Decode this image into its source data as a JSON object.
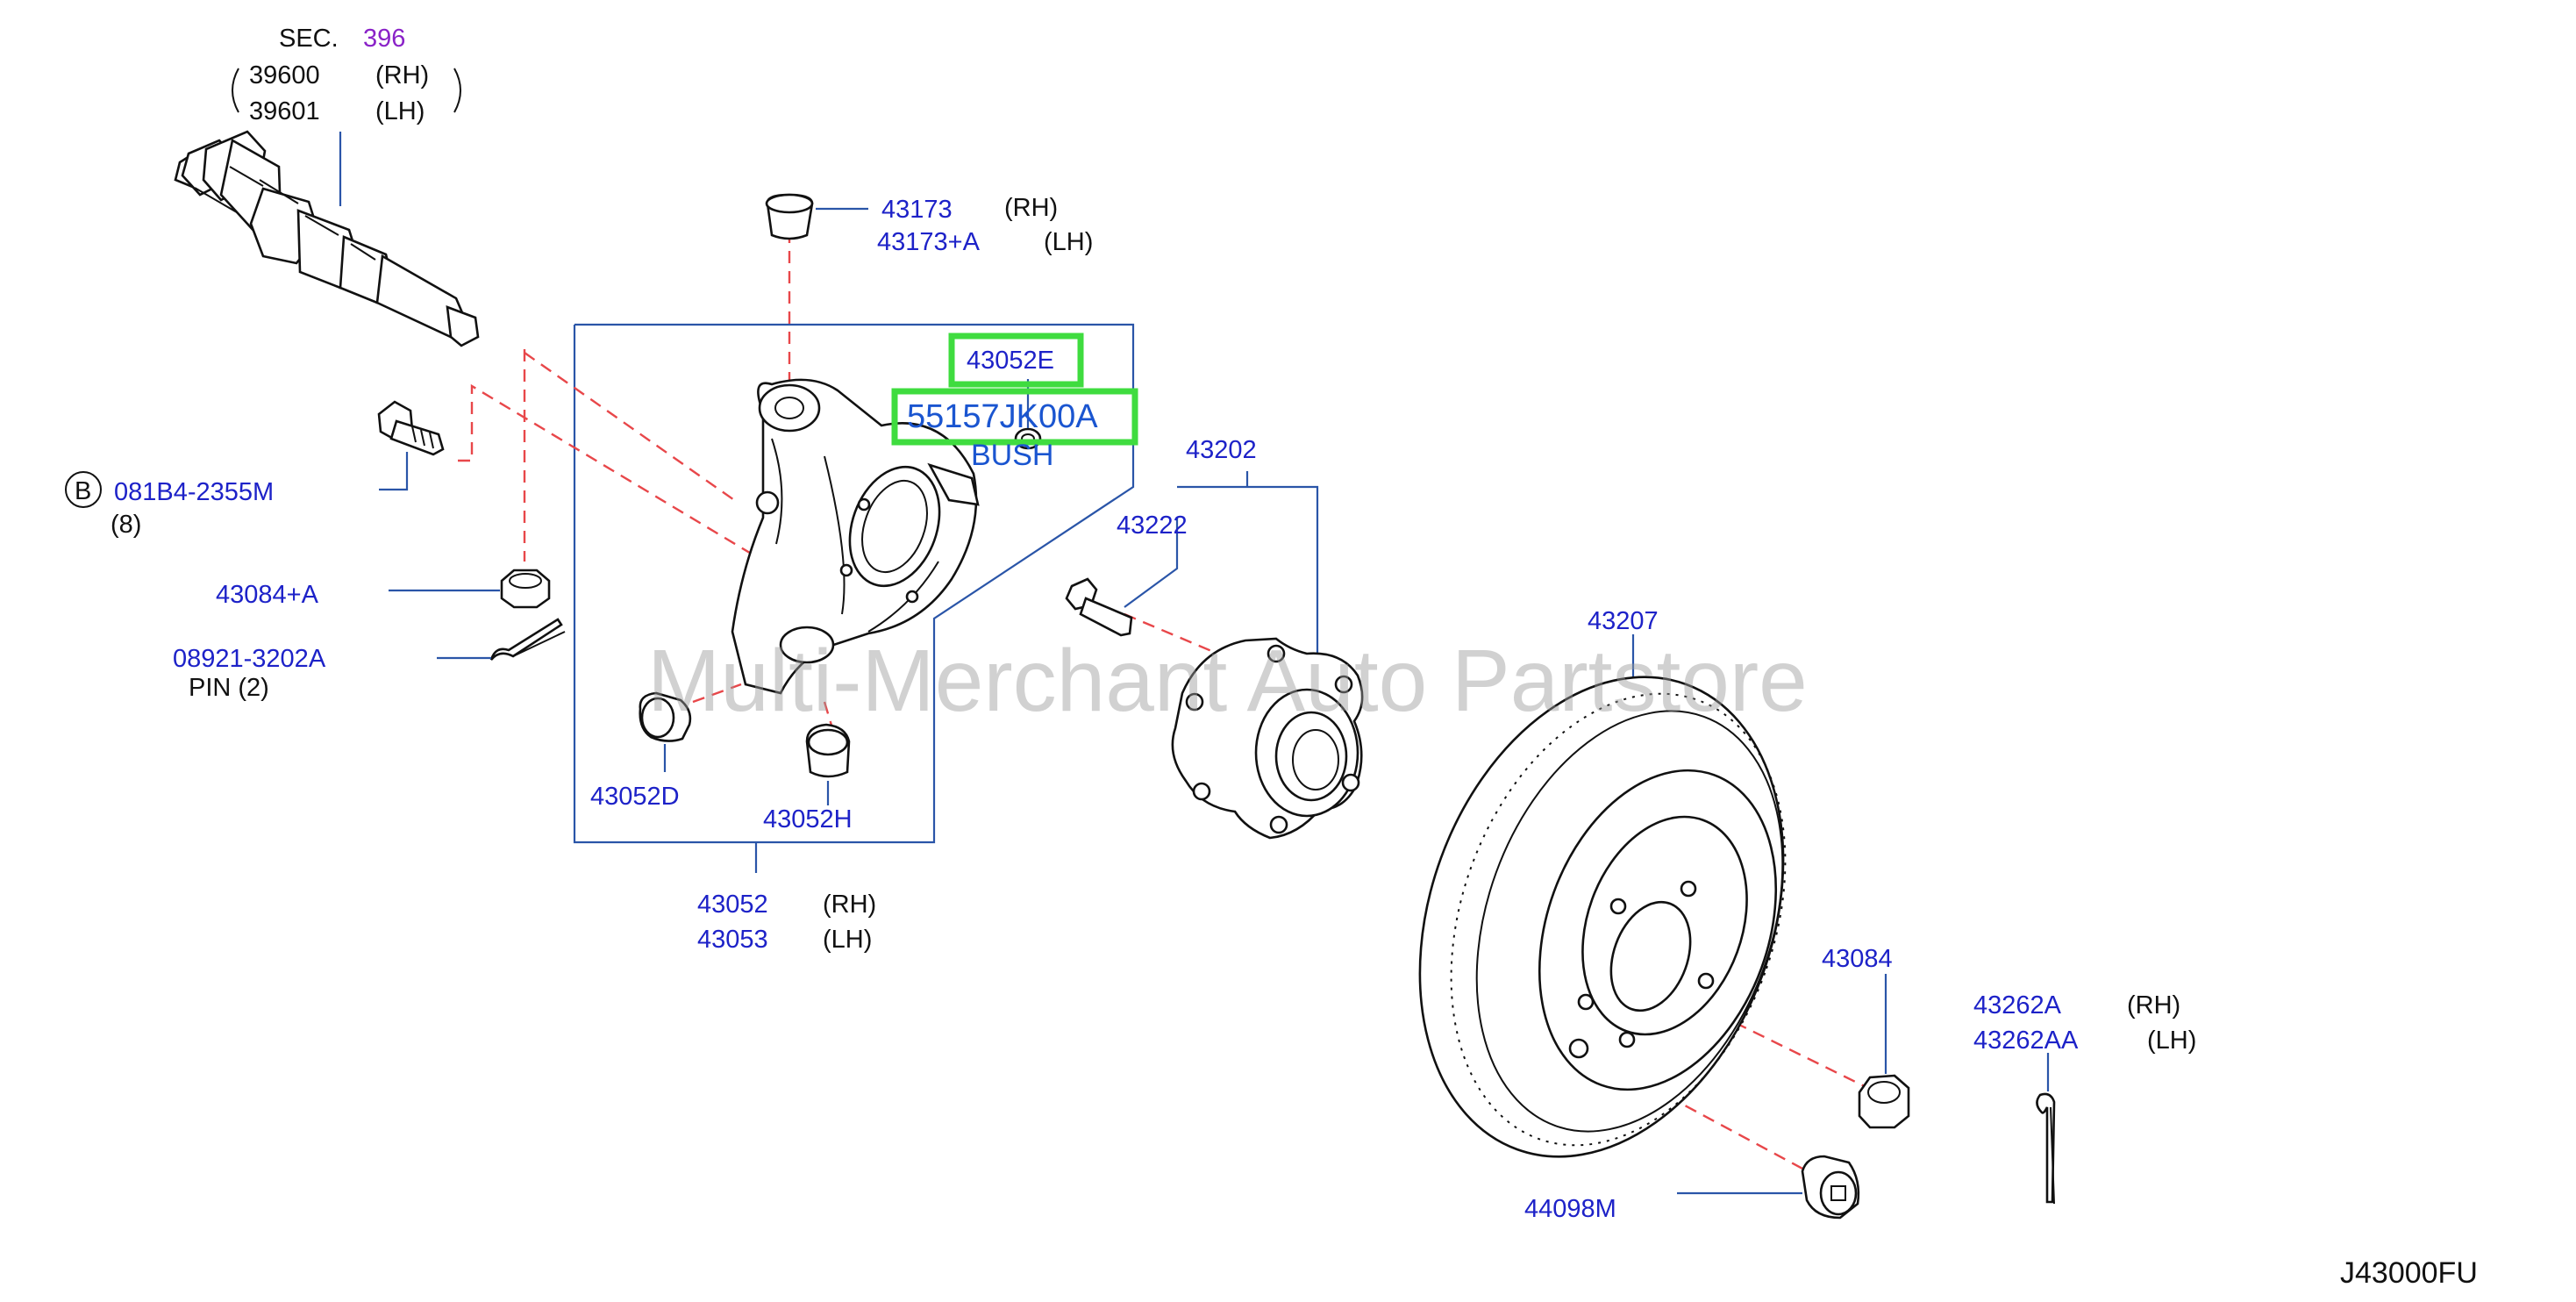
{
  "watermark": "Multi-Merchant Auto Partstore",
  "diagram_code": "J43000FU",
  "section": {
    "prefix": "SEC.",
    "number": "396",
    "items": [
      {
        "part": "39600",
        "side": "(RH)"
      },
      {
        "part": "39601",
        "side": "(LH)"
      }
    ]
  },
  "labels": {
    "p43173": {
      "part": "43173",
      "side": "(RH)"
    },
    "p43173a": {
      "part": "43173+A",
      "side": "(LH)"
    },
    "p43052e": "43052E",
    "p55157": "55157JK00A",
    "bush": "BUSH",
    "bolt": {
      "badge": "B",
      "part": "081B4-2355M",
      "qty": "(8)"
    },
    "p43084a": "43084+A",
    "pin": {
      "part": "08921-3202A",
      "desc": "PIN  (2)"
    },
    "p43052d": "43052D",
    "p43052h": "43052H",
    "knuckle": [
      {
        "part": "43052",
        "side": "(RH)"
      },
      {
        "part": "43053",
        "side": "(LH)"
      }
    ],
    "p43202": "43202",
    "p43222": "43222",
    "p43207": "43207",
    "p43084": "43084",
    "p43262": [
      {
        "part": "43262A",
        "side": "(RH)"
      },
      {
        "part": "43262AA",
        "side": "(LH)"
      }
    ],
    "p44098m": "44098M"
  },
  "colors": {
    "part_number": "#1d22c8",
    "section_number": "#8a22c8",
    "highlight_box": "#3fdc3f",
    "leader": "#2a55a8",
    "alignment_dash": "#e8474a"
  }
}
